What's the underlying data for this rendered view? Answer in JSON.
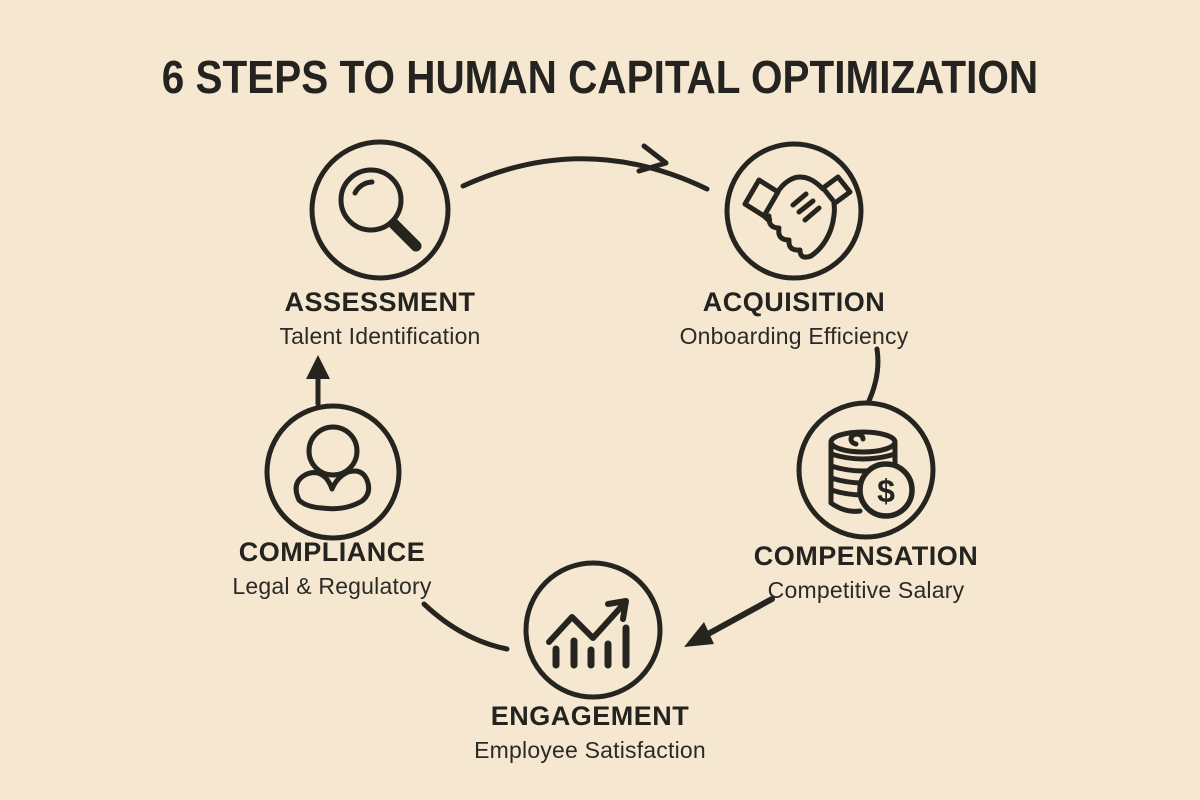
{
  "title": "6 STEPS TO HUMAN CAPITAL OPTIMIZATION",
  "colors": {
    "background": "#f6e8d0",
    "ink": "#25241f"
  },
  "steps": [
    {
      "id": "assessment",
      "label": "ASSESSMENT",
      "sublabel": "Talent Identification",
      "icon": "magnifier-icon"
    },
    {
      "id": "acquisition",
      "label": "ACQUISITION",
      "sublabel": "Onboarding Efficiency",
      "icon": "handshake-icon"
    },
    {
      "id": "compensation",
      "label": "COMPENSATION",
      "sublabel": "Competitive Salary",
      "icon": "coin-stack-dollar-icon"
    },
    {
      "id": "engagement",
      "label": "ENGAGEMENT",
      "sublabel": "Employee Satisfaction",
      "icon": "growth-chart-icon"
    },
    {
      "id": "compliance",
      "label": "COMPLIANCE",
      "sublabel": "Legal & Regulatory",
      "icon": "person-icon"
    }
  ],
  "connections": [
    {
      "from": "assessment",
      "to": "acquisition",
      "arrowhead": true
    },
    {
      "from": "acquisition",
      "to": "compensation",
      "arrowhead": false
    },
    {
      "from": "compensation",
      "to": "engagement",
      "arrowhead": true
    },
    {
      "from": "engagement",
      "to": "compliance",
      "arrowhead": false
    },
    {
      "from": "compliance",
      "to": "assessment",
      "arrowhead": true
    }
  ],
  "badge": {
    "dollar": "$"
  }
}
